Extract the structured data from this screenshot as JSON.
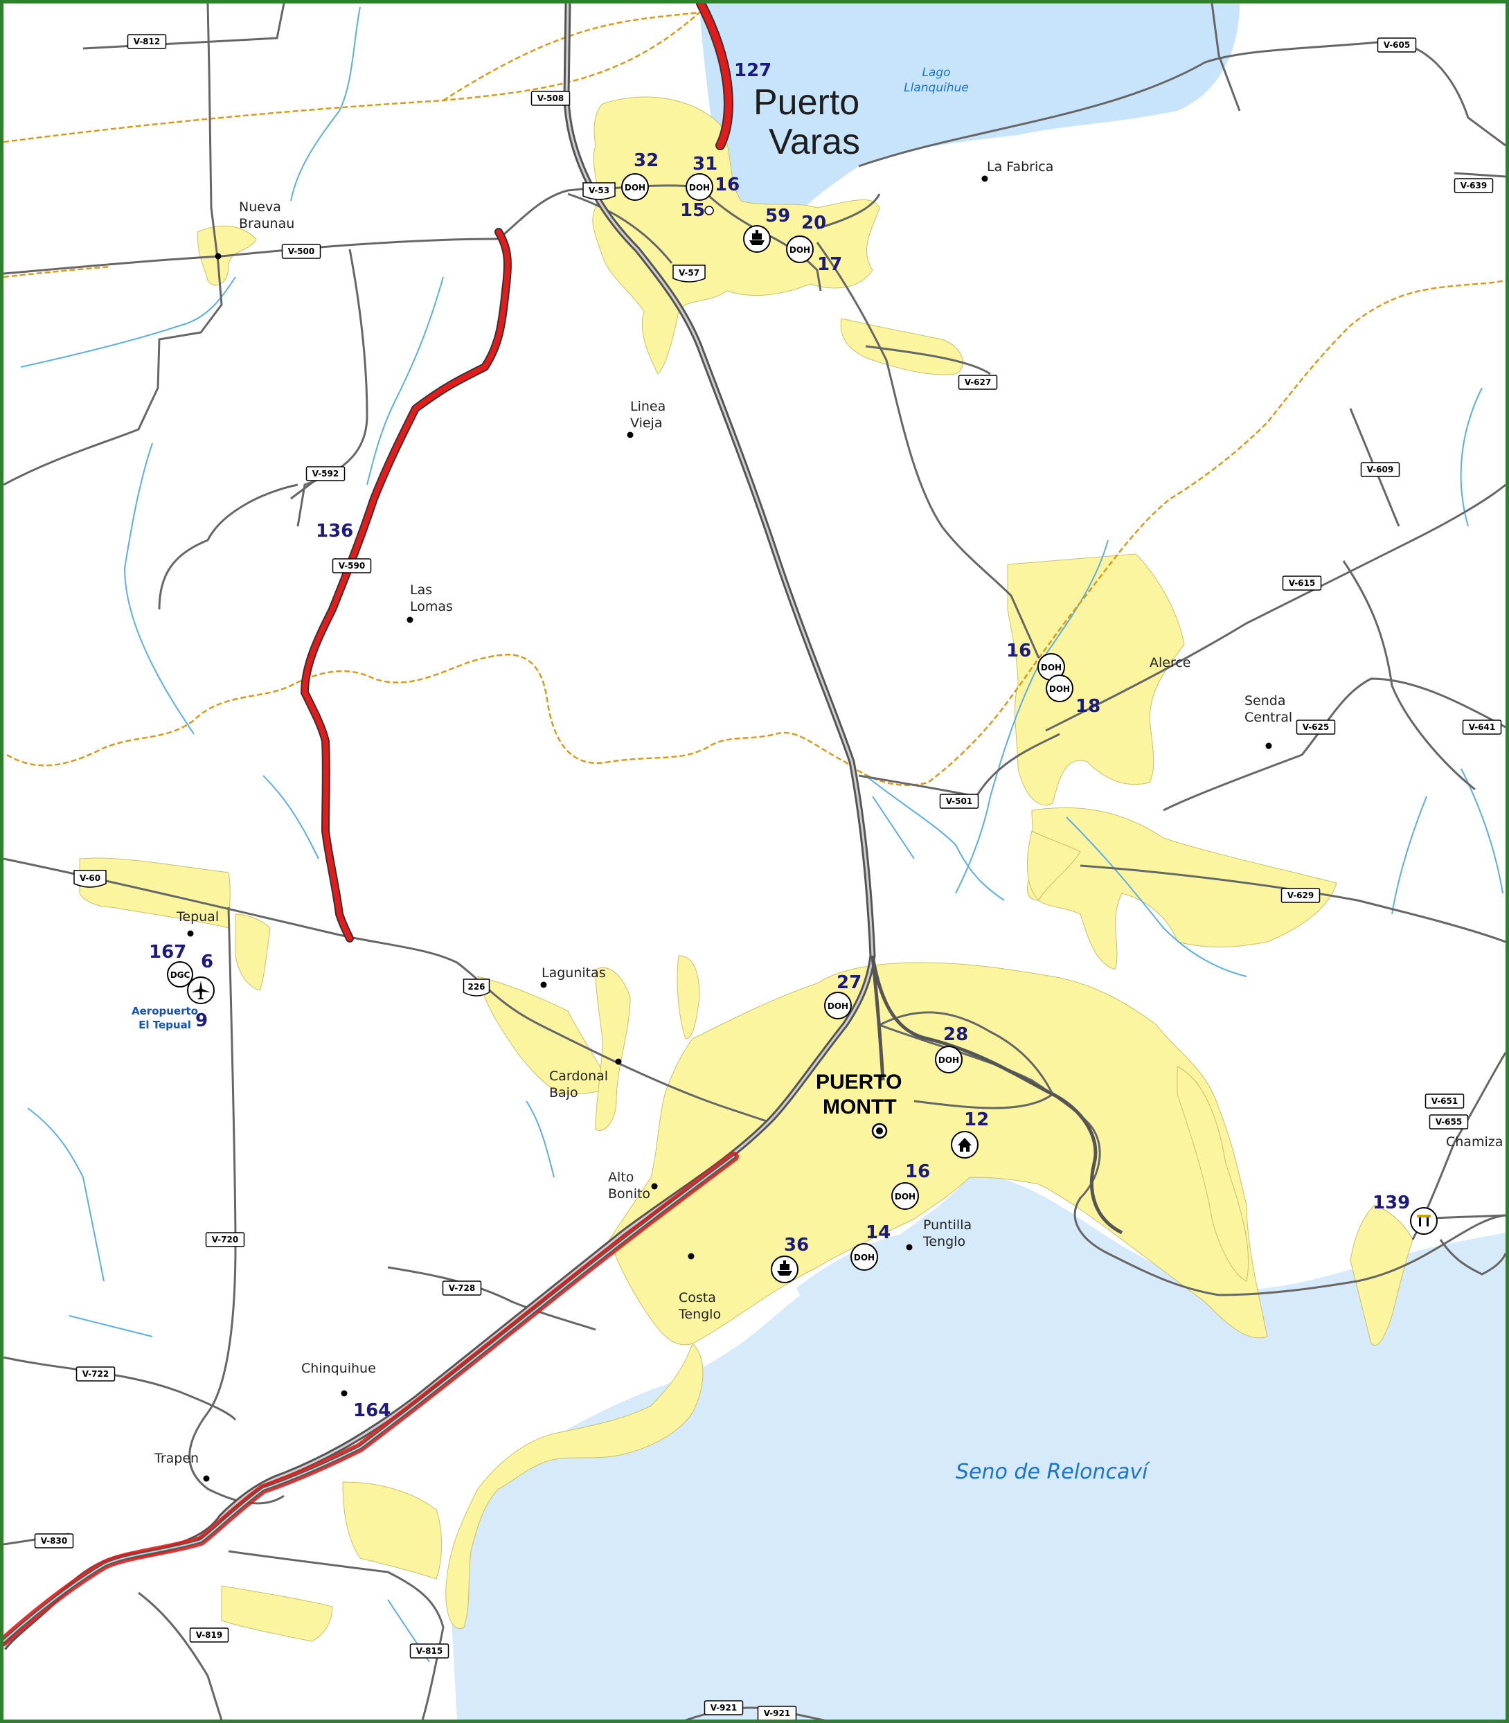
{
  "map": {
    "frame_color": "#2f7f2f",
    "colors": {
      "urban": "#fbf5a0",
      "water": "#d6eafa",
      "lake": "#c8e4fb",
      "road": "#666666",
      "highway_red": "#e41b1b",
      "rivers": "#5aaee8",
      "boundary": "#d99a1a"
    },
    "water_labels": {
      "lago_llanquihue": "Lago\nLlanquihue",
      "seno": "Seno de Reloncaví"
    },
    "cities": {
      "puerto_varas_1": "Puerto",
      "puerto_varas_2": "Varas",
      "puerto_montt_1": "PUERTO",
      "puerto_montt_2": "MONTT"
    },
    "places": [
      {
        "name": "La Fabrica"
      },
      {
        "name": "Nueva\nBraunau"
      },
      {
        "name": "Linea\nVieja"
      },
      {
        "name": "Las\nLomas"
      },
      {
        "name": "Alerce"
      },
      {
        "name": "Senda\nCentral"
      },
      {
        "name": "Tepual"
      },
      {
        "name": "Lagunitas"
      },
      {
        "name": "Cardonal\nBajo"
      },
      {
        "name": "Alto\nBonito"
      },
      {
        "name": "Puntilla\nTenglo"
      },
      {
        "name": "Costa\nTenglo"
      },
      {
        "name": "Chinquihue"
      },
      {
        "name": "Trapen"
      },
      {
        "name": "Chamiza"
      }
    ],
    "airport": {
      "line1": "Aeropuerto",
      "line2": "El Tepual",
      "code": "DGC"
    },
    "route_shields": [
      "V-812",
      "V-605",
      "V-508",
      "V-639",
      "V-53",
      "V-500",
      "V-57",
      "V-627",
      "V-592",
      "V-609",
      "V-590",
      "V-615",
      "V-625",
      "V-641",
      "V-501",
      "V-60",
      "V-629",
      "226",
      "V-651",
      "V-655",
      "V-720",
      "V-728",
      "V-722",
      "V-830",
      "V-819",
      "V-815",
      "V-921",
      "V-921"
    ],
    "km_numbers": [
      "127",
      "32",
      "31",
      "16",
      "15",
      "59",
      "20",
      "17",
      "136",
      "16",
      "18",
      "167",
      "6",
      "9",
      "27",
      "28",
      "12",
      "16",
      "14",
      "36",
      "139",
      "164"
    ],
    "doh": "DOH"
  }
}
